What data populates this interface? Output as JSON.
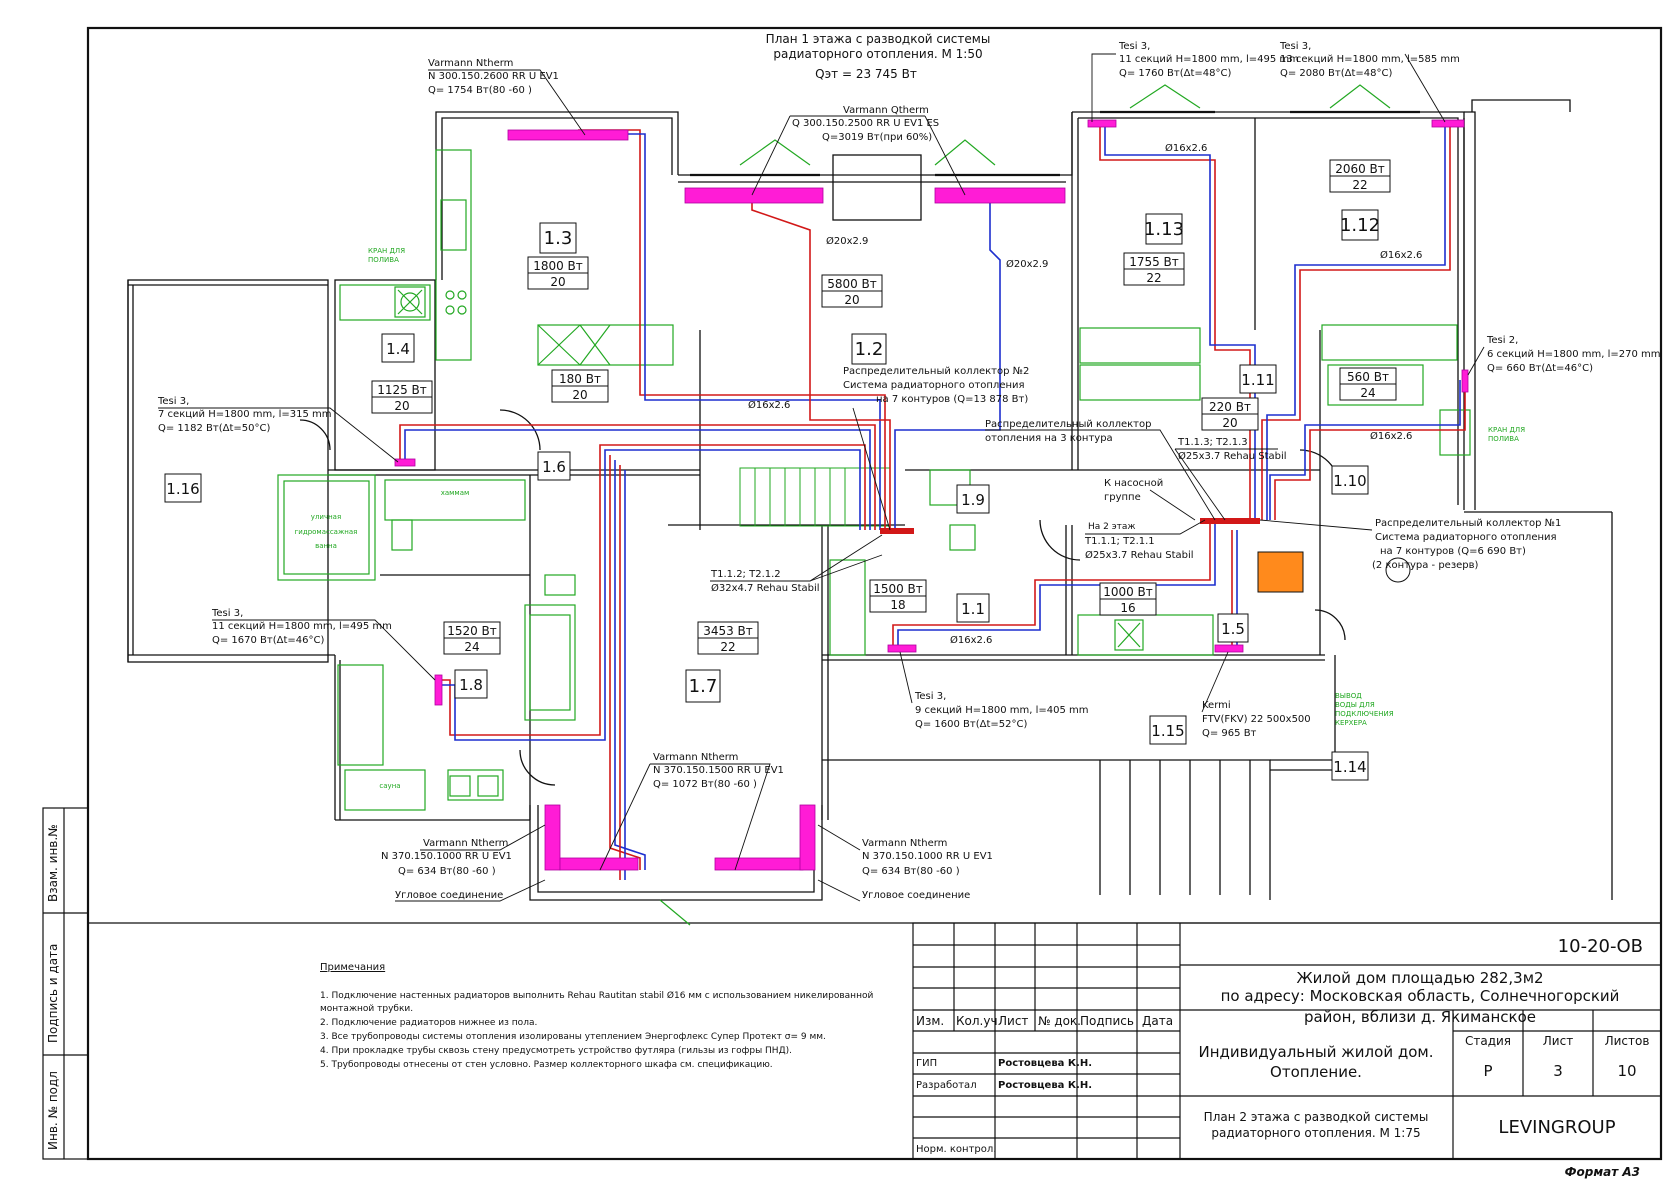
{
  "plan_title": {
    "line1": "План 1 этажа с разводкой системы",
    "line2": "радиаторного отопления. М 1:50",
    "line3": "Qэт = 23 745 Вт"
  },
  "rooms": {
    "r1_16": "1.16",
    "r1_4": "1.4",
    "r1_3": "1.3",
    "r1_2": "1.2",
    "r1_13": "1.13",
    "r1_12": "1.12",
    "r1_11": "1.11",
    "r1_10": "1.10",
    "r1_9": "1.9",
    "r1_6": "1.6",
    "r1_8": "1.8",
    "r1_7": "1.7",
    "r1_1": "1.1",
    "r1_5": "1.5",
    "r1_15": "1.15",
    "r1_14": "1.14"
  },
  "room_loads": {
    "l1_3": [
      "1800 Вт",
      "20"
    ],
    "l1_2": [
      "5800 Вт",
      "20"
    ],
    "l1_13": [
      "1755 Вт",
      "22"
    ],
    "l1_12": [
      "2060 Вт",
      "22"
    ],
    "l1_4": [
      "1125 Вт",
      "20"
    ],
    "l_pantry": [
      "180 Вт",
      "20"
    ],
    "l1_11": [
      "220 Вт",
      "20"
    ],
    "l1_10": [
      "560 Вт",
      "24"
    ],
    "l1_8": [
      "1520 Вт",
      "24"
    ],
    "l1_7": [
      "3453 Вт",
      "22"
    ],
    "l1_1": [
      "1500 Вт",
      "18"
    ],
    "l1_5": [
      "1000 Вт",
      "16"
    ]
  },
  "annotations": {
    "varmann_top": [
      "Varmann Ntherm",
      "N 300.150.2600 RR U EV1",
      "Q= 1754 Вт(80 -60 )"
    ],
    "varmann_qtherm": [
      "Varmann Qtherm",
      "Q 300.150.2500 RR U EV1 ES",
      "Q=3019 Вт(при 60%)"
    ],
    "tesi_113": [
      "Tesi 3,",
      "11 секций H=1800 mm, l=495 mm",
      "Q= 1760 Вт(Δt=48°C)"
    ],
    "tesi_112": [
      "Tesi 3,",
      "13 секций H=1800 mm, l=585 mm",
      "Q= 2080 Вт(Δt=48°C)"
    ],
    "tesi_116": [
      "Tesi 3,",
      "7 секций H=1800 mm, l=315 mm",
      "Q= 1182 Вт(Δt=50°C)"
    ],
    "tesi_18": [
      "Tesi 3,",
      "11 секций H=1800 mm, l=495 mm",
      "Q= 1670 Вт(Δt=46°C)"
    ],
    "tesi_110": [
      "Tesi 2,",
      "6 секций H=1800 mm, l=270 mm",
      "Q= 660 Вт(Δt=46°C)"
    ],
    "tesi_11": [
      "Tesi 3,",
      "9 секций H=1800 mm, l=405 mm",
      "Q= 1600 Вт(Δt=52°C)"
    ],
    "kermi": [
      "Kermi",
      "FTV(FKV) 22 500x500",
      "Q= 965 Вт"
    ],
    "varmann_17": [
      "Varmann Ntherm",
      "N 370.150.1500 RR U EV1",
      "Q= 1072 Вт(80 -60 )"
    ],
    "varmann_bl": [
      "Varmann Ntherm",
      "N 370.150.1000 RR U EV1",
      "Q= 634 Вт(80 -60 )",
      "Угловое соединение"
    ],
    "varmann_br": [
      "Varmann Ntherm",
      "N 370.150.1000 RR U EV1",
      "Q= 634 Вт(80 -60 )",
      "Угловое соединение"
    ],
    "coll2": [
      "Распределительный коллектор №2",
      "Система радиаторного отопления",
      "на 7 контуров (Q=13 878 Вт)"
    ],
    "coll3": [
      "Распределительный коллектор",
      "отопления на 3 контура"
    ],
    "coll1": [
      "Распределительный коллектор №1",
      "Система радиаторного отопления",
      "на 7 контуров (Q=6 690 Вт)",
      "(2 контура - резерв)"
    ],
    "t113": [
      "T1.1.3; T2.1.3",
      "Ø25x3.7 Rehau Stabil"
    ],
    "t111": [
      "T1.1.1; T2.1.1",
      "Ø25x3.7 Rehau Stabil"
    ],
    "t112": [
      "T1.1.2; T2.1.2",
      "Ø32x4.7 Rehau Stabil"
    ],
    "pump": [
      "К насосной",
      "группе"
    ],
    "floor2": "На 2 этаж",
    "d20a": "Ø20x2.9",
    "d20b": "Ø20x2.9",
    "d16a": "Ø16x2.6",
    "d16b": "Ø16x2.6",
    "d16c": "Ø16x2.6",
    "d16d": "Ø16x2.6",
    "d16e": "Ø16x2.6",
    "kran1": [
      "КРАН ДЛЯ",
      "ПОЛИВА"
    ],
    "kran2": [
      "КРАН ДЛЯ",
      "ПОЛИВА"
    ],
    "outlet": [
      "ВЫВОД",
      "ВОДЫ ДЛЯ",
      "ПОДКЛЮЧЕНИЯ",
      "КЕРХЕРА"
    ],
    "hottub": [
      "уличная",
      "гидромассажная",
      "ванна"
    ],
    "hammam": "хаммам",
    "sauna": "сауна"
  },
  "notes": {
    "title": "Примечания",
    "lines": [
      "1. Подключение настенных радиаторов выполнить Rehau Rautitan stabil Ø16 мм с использованием никелированной",
      "монтажной трубки.",
      "2. Подключение радиаторов нижнее из пола.",
      "3. Все трубопроводы системы отопления изолированы утеплением Энергофлекс Супер Протект  σ= 9 мм.",
      "4. При прокладке трубы сквозь стену предусмотреть устройство футляра (гильзы из гофры ПНД).",
      "5. Трубопроводы отнесены от стен условно. Размер коллекторного шкафа см. спецификацию."
    ]
  },
  "side_labels": [
    "Взам. инв.№",
    "Подпись и дата",
    "Инв. № подл"
  ],
  "title_block": {
    "code": "10-20-ОВ",
    "project": [
      "Жилой дом площадью 282,3м2",
      "по адресу: Московская область, Солнечногорский",
      "район, вблизи д. Якиманское"
    ],
    "headers": [
      "Изм.",
      "Кол.уч",
      "Лист",
      "№ док.",
      "Подпись",
      "Дата"
    ],
    "roles": [
      "ГИП",
      "Разработал",
      "Норм. контрол."
    ],
    "persons": [
      "Ростовцева К.Н.",
      "Ростовцева К.Н."
    ],
    "object": [
      "Индивидуальный жилой дом.",
      "Отопление."
    ],
    "sheet_title": [
      "План 2 этажа с разводкой системы",
      "радиаторного отопления. М 1:75"
    ],
    "stage_label": "Стадия",
    "sheet_label": "Лист",
    "sheets_label": "Листов",
    "stage": "Р",
    "sheet": "3",
    "sheets": "10",
    "company": "LEVINGROUP",
    "format": "Формат А3"
  }
}
